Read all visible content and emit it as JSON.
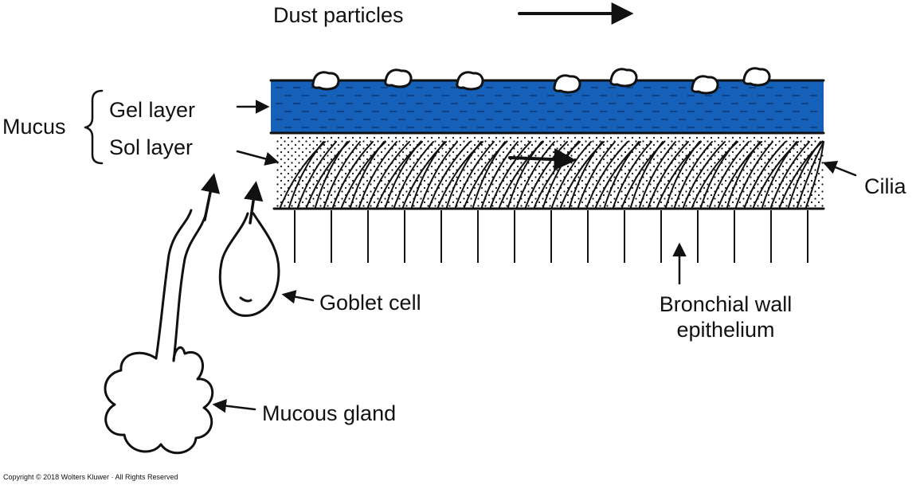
{
  "labels": {
    "dust_particles": "Dust particles",
    "mucus": "Mucus",
    "gel_layer": "Gel layer",
    "sol_layer": "Sol layer",
    "cilia": "Cilia",
    "goblet_cell": "Goblet cell",
    "bronchial_wall_line1": "Bronchial wall",
    "bronchial_wall_line2": "epithelium",
    "mucous_gland": "Mucous gland"
  },
  "copyright": "Copyright © 2018 Wolters Kluwer · All Rights Reserved",
  "colors": {
    "gel_layer": "#1560b8",
    "ink": "#111111",
    "background": "#ffffff"
  }
}
